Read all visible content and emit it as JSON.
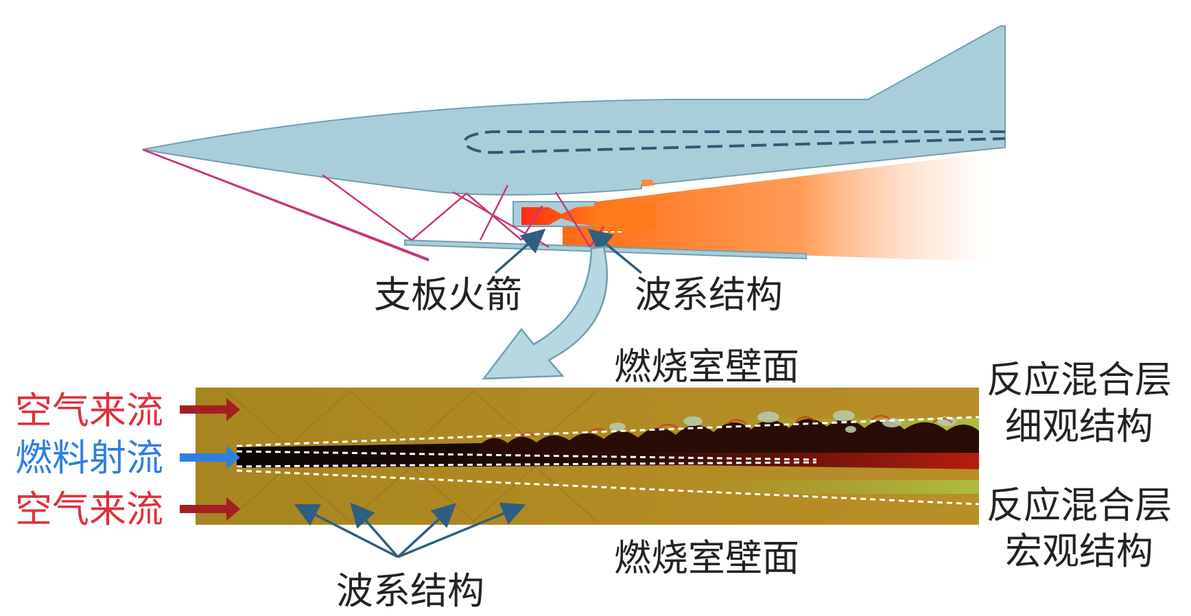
{
  "colors": {
    "aircraft_fill": "#a9cdd9",
    "aircraft_stroke": "#6f9fb0",
    "shock_lines": "#c8357a",
    "exhaust": "#ff7a1a",
    "pointer": "#2d5f80",
    "air_arrow": "#a51e22",
    "fuel_arrow": "#2f7fe0",
    "chamber": "#b08a22",
    "jet_core": "#140806"
  },
  "top": {
    "strut_rocket": "支板火箭",
    "wave_structure": "波系结构"
  },
  "chamber": {
    "wall_top": "燃烧室壁面",
    "wall_bottom": "燃烧室壁面",
    "air_flow_top": "空气来流",
    "fuel_jet": "燃料射流",
    "air_flow_bottom": "空气来流",
    "fine_line1": "反应混合层",
    "fine_line2": "细观结构",
    "macro_line1": "反应混合层",
    "macro_line2": "宏观结构",
    "wave_structure": "波系结构"
  }
}
